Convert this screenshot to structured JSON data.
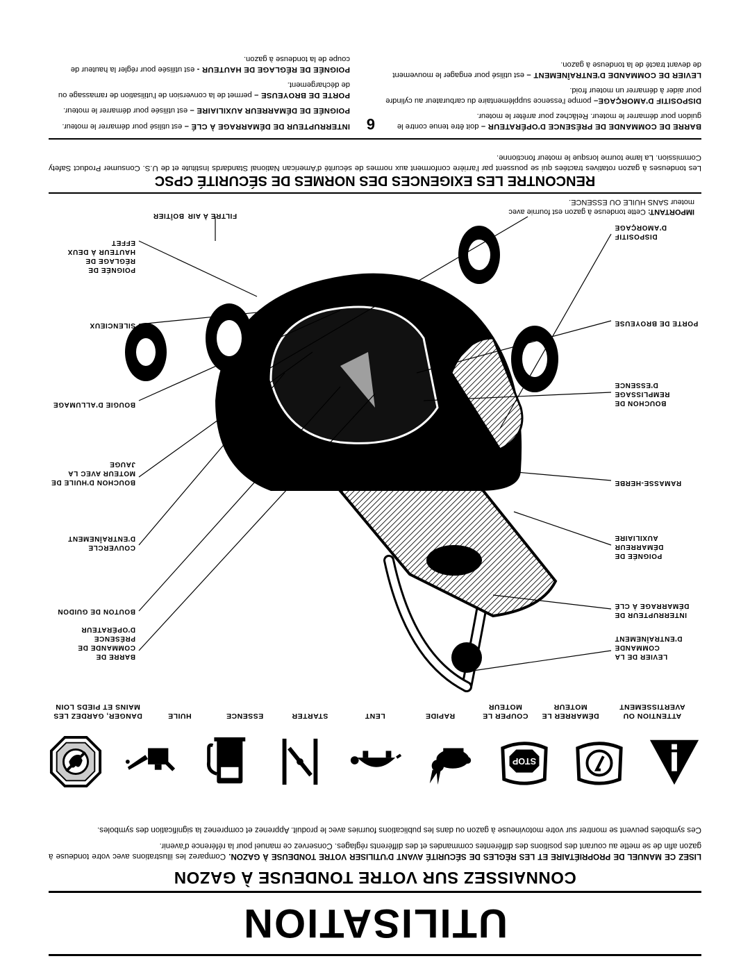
{
  "page": {
    "title": "UTILISATION",
    "number": "6"
  },
  "intro": {
    "heading": "CONNAISSEZ SUR VOTRE TONDEUSE À GAZON",
    "p1_bold": "LISEZ CE MANUEL DE PROPRIÉTAIRE ET LES RÈGLES DE SÉCURITÉ AVANT D'UTILISER VOTRE TONDEUSE À GAZON.",
    "p1_text": "Comparez les illustrations avec votre tondeuse à gazon afin de se mette au courant des positions des différentes commandes et des différents réglages. Conservez ce manuel pour la référence d'avenir.",
    "p2": "Ces symboles peuvent se montrer sur votre motovineuse à gazon ou dans les publications fournies avec le produit. Apprenez et comprenez la signification des symboles."
  },
  "symbols": [
    {
      "icon": "warning-triangle-icon",
      "label": "ATTENTION OU AVERTISSEMENT"
    },
    {
      "icon": "engine-start-icon",
      "label": "DÉMARRER LE MOTEUR"
    },
    {
      "icon": "stop-engine-icon",
      "label": "COUPER LE MOTEUR"
    },
    {
      "icon": "rabbit-fast-icon",
      "label": "RAPIDE"
    },
    {
      "icon": "turtle-slow-icon",
      "label": "LENT"
    },
    {
      "icon": "choke-starter-icon",
      "label": "STARTER"
    },
    {
      "icon": "fuel-pump-icon",
      "label": "ESSENCE"
    },
    {
      "icon": "oil-can-icon",
      "label": "HUILE"
    },
    {
      "icon": "keep-hands-away-icon",
      "label": "DANGER, GARDEZ LES MAINS ET PIEDS LOIN"
    }
  ],
  "callouts": {
    "right": [
      "LEVIER DE LA COMMANDE D'ENTRAÎNEMENT",
      "INTERRUPTEUR DE DÉMARRAGE À CLÉ",
      "POIGNÉE DE DÉMARREUR AUXILIAIRE",
      "RAMASSE-HERBE",
      "BOUCHON DE REMPLISSAGE D'ESSENCE",
      "PORTE DE BROYEUSE",
      "DISPOSITIF D'AMORÇAGE",
      "FILTRE À AIR"
    ],
    "left": [
      "BARRE DE COMMANDE DE PRÉSENCE D'OPÉRATEUR",
      "BOUTON DE GUIDON",
      "COUVERCLE D'ENTRAÎNEMENT",
      "BOUCHON D'HUILE DE MOTEUR AVEC LA JAUGE",
      "BOUGIE D'ALLUMAGE",
      "SILENCIEUX",
      "POIGNÉE DE RÉGLAGE DE HAUTEUR À DEUX EFFET",
      "BOÎTIER"
    ]
  },
  "important": {
    "bold": "IMPORTANT:",
    "text": "Cette tondeuse à gazon est fournie avec moteur SANS HUILE OU ESSENCE."
  },
  "cpsc": {
    "heading": "RENCONTRE LES EXIGENCES DES NORMES DE SÉCURITÉ CPSC",
    "text": "Les tondeuses à gazon rotatives tractées qui se poussent par l'arrière conforment aux normes de sécurité d'American National Standards Institute et de U.S. Consumer Product Safety Commission. La lame tourne lorsque le moteur fonctionne."
  },
  "features": {
    "left": [
      {
        "bold": "BARRE DE COMMANDE DE PRÉSENCE D'OPÉRATEUR –",
        "text": "doit être tenue contre le guidon pour démarrer le moteur. Relâchez pour arrêter le moteur."
      },
      {
        "bold": "DISPOSITIF D'AMORÇAGE–",
        "text": "pompe l'essence supplémentaire du carburateur au cylindre pour aider à démarrer un moteur froid."
      },
      {
        "bold": "LEVIER DE COMMANDE D'ENTRAÎNEMENT –",
        "text": "est utilisé pour engager le mouvement de devant tracté de la tondeuse à gazon."
      }
    ],
    "right": [
      {
        "bold": "INTERRUPTEUR DE DÉMARRAGE À CLÉ –",
        "text": "est utilisé pour démarrer le moteur."
      },
      {
        "bold": "POIGNÉE DE DÉMARREUR AUXILIAIRE –",
        "text": "est utilisée pour démarrer le moteur."
      },
      {
        "bold": "PORTE DE BROYEUSE –",
        "text": "permet de la conversion de l'utilisation de ramassage ou de déchargement."
      },
      {
        "bold": "POIGNÉE DE RÉGLAGE DE HAUTEUR -",
        "text": "est utilisée pour régler la hauteur de coupe de la tondeuse à gazon."
      }
    ]
  }
}
